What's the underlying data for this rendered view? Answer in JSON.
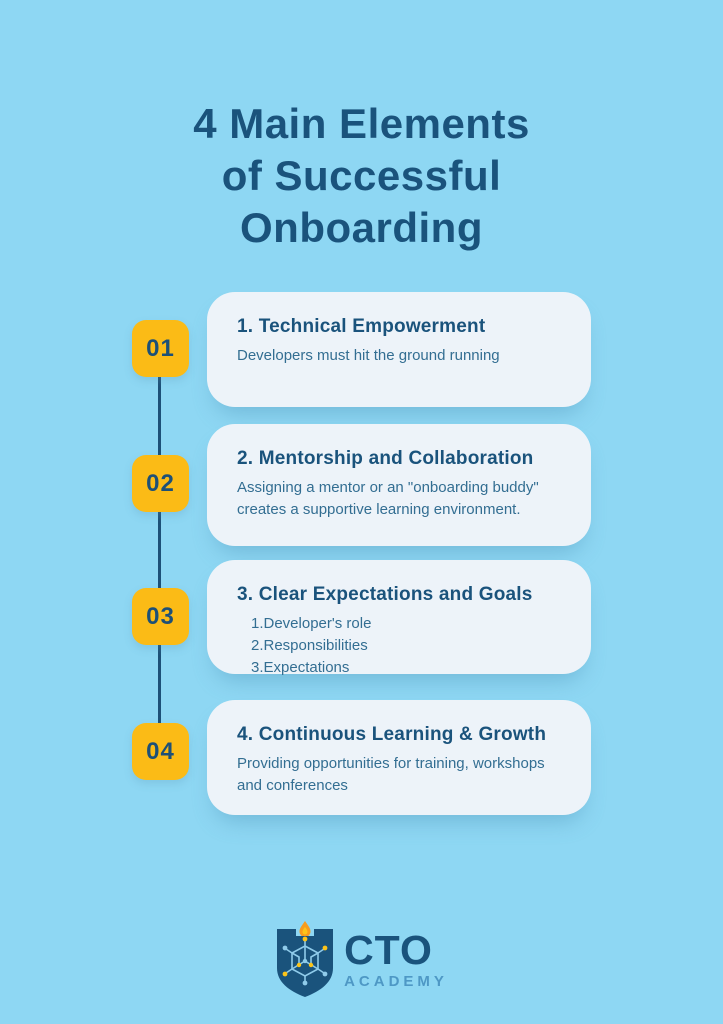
{
  "title": "4 Main Elements\nof Successful\nOnboarding",
  "badges": [
    "01",
    "02",
    "03",
    "04"
  ],
  "cards": [
    {
      "title": "1. Technical Empowerment",
      "body": "Developers must hit the ground running"
    },
    {
      "title": "2. Mentorship and Collaboration",
      "body": "Assigning a mentor or an \"onboarding buddy\"\ncreates a supportive learning environment."
    },
    {
      "title": "3. Clear Expectations and Goals",
      "items": [
        "1.Developer's role",
        "2.Responsibilities",
        "3.Expectations"
      ]
    },
    {
      "title": "4. Continuous Learning & Growth",
      "body": "Providing opportunities for training, workshops\nand conferences"
    }
  ],
  "logo": {
    "name": "CTO",
    "subtitle": "ACADEMY"
  },
  "colors": {
    "background": "#8ED7F3",
    "card_background": "#EDF3F9",
    "heading_blue": "#1A537C",
    "body_blue": "#336E92",
    "accent_yellow": "#FBBB16",
    "timeline_navy": "#1D5077",
    "academy_blue": "#4E98C5",
    "flame_orange": "#F79C1D"
  }
}
